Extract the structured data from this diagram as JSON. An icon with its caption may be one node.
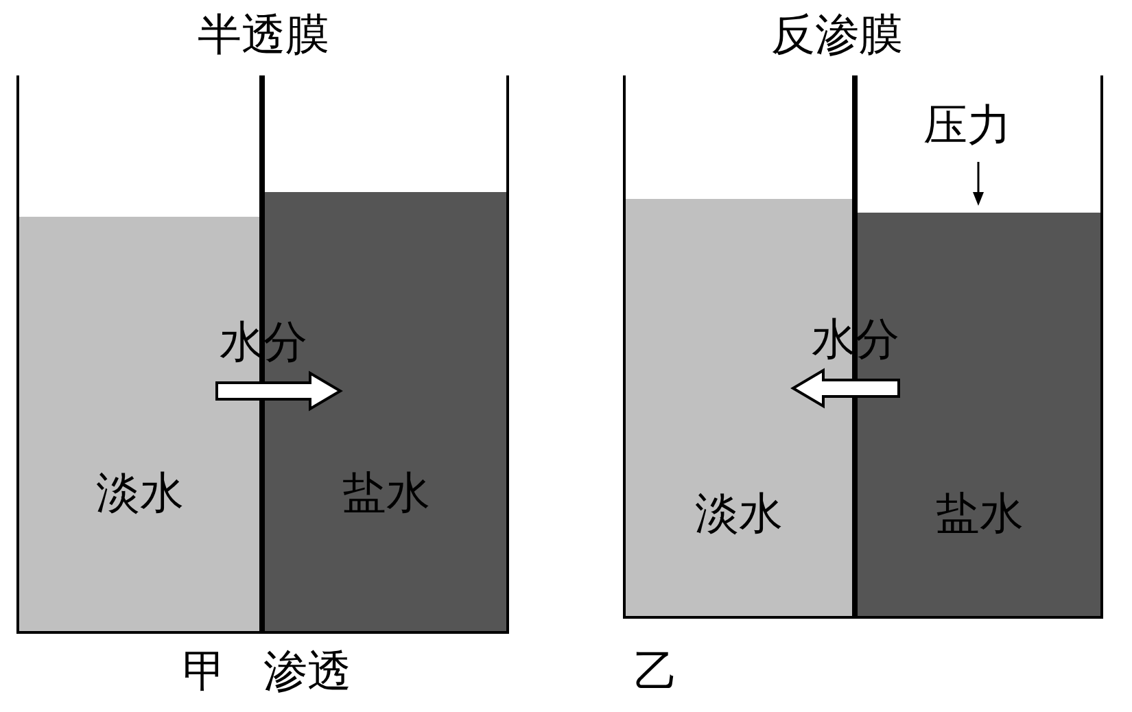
{
  "diagram": {
    "nodes": [
      {
        "text": [
          "淡水"
        ]
      },
      {
        "text": [
          "盐水"
        ]
      },
      {
        "text": [
          "淡水"
        ]
      },
      {
        "text": [
          "盐水"
        ]
      }
    ],
    "edges": [
      {
        "from": 0,
        "to": 1,
        "arrow": "to",
        "label": "水分"
      },
      {
        "from": 3,
        "to": 2,
        "arrow": "to",
        "label": "水分"
      }
    ],
    "labels": [
      "半透膜",
      "反渗膜",
      "压力",
      "甲",
      "渗透",
      "乙"
    ]
  }
}
